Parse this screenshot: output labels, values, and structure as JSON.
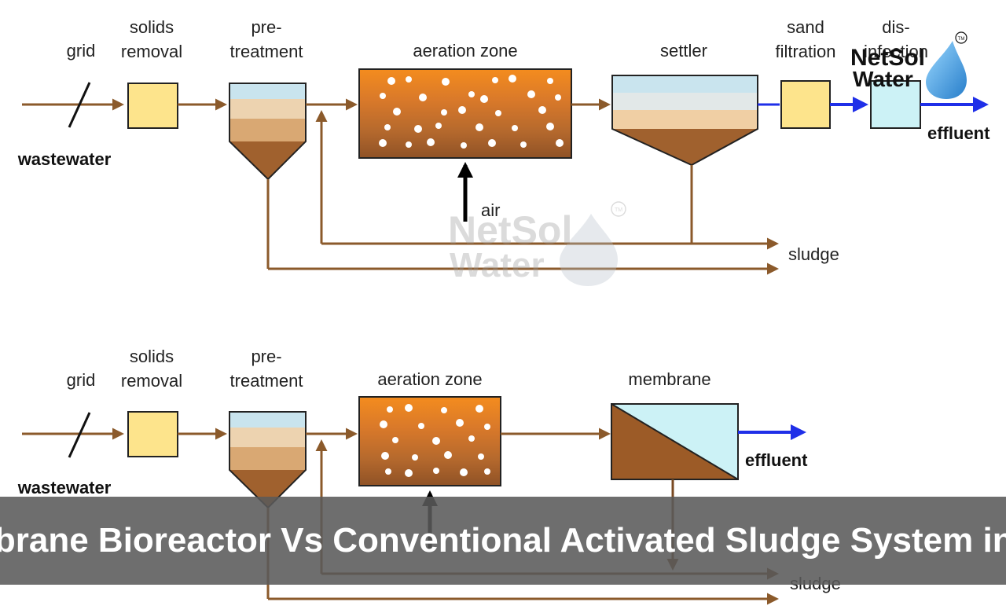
{
  "title": "Membrane Bioreactor Vs Conventional Activated Sludge System in STP",
  "logo": {
    "line1": "NetSol",
    "line2": "Water",
    "tm": "TM"
  },
  "colors": {
    "flow": "#8b5a2b",
    "effluent_arrow": "#1f2fe8",
    "sludge": "#7a4a22",
    "air_arrow": "#000000",
    "box_fill": "#fde48c",
    "disinfect_fill": "#ccf2f6"
  },
  "conventional": {
    "grid": "grid",
    "solids_removal": [
      "solids",
      "removal"
    ],
    "pre_treatment": [
      "pre-",
      "treatment"
    ],
    "aeration_zone": "aeration zone",
    "settler": "settler",
    "sand_filtration": [
      "sand",
      "filtration"
    ],
    "disinfection": [
      "dis-",
      "infection"
    ],
    "wastewater": "wastewater",
    "air": "air",
    "sludge": "sludge",
    "effluent": "effluent"
  },
  "mbr": {
    "grid": "grid",
    "solids_removal": [
      "solids",
      "removal"
    ],
    "pre_treatment": [
      "pre-",
      "treatment"
    ],
    "aeration_zone": "aeration zone",
    "membrane": "membrane",
    "wastewater": "wastewater",
    "sludge": "sludge",
    "effluent": "effluent"
  }
}
